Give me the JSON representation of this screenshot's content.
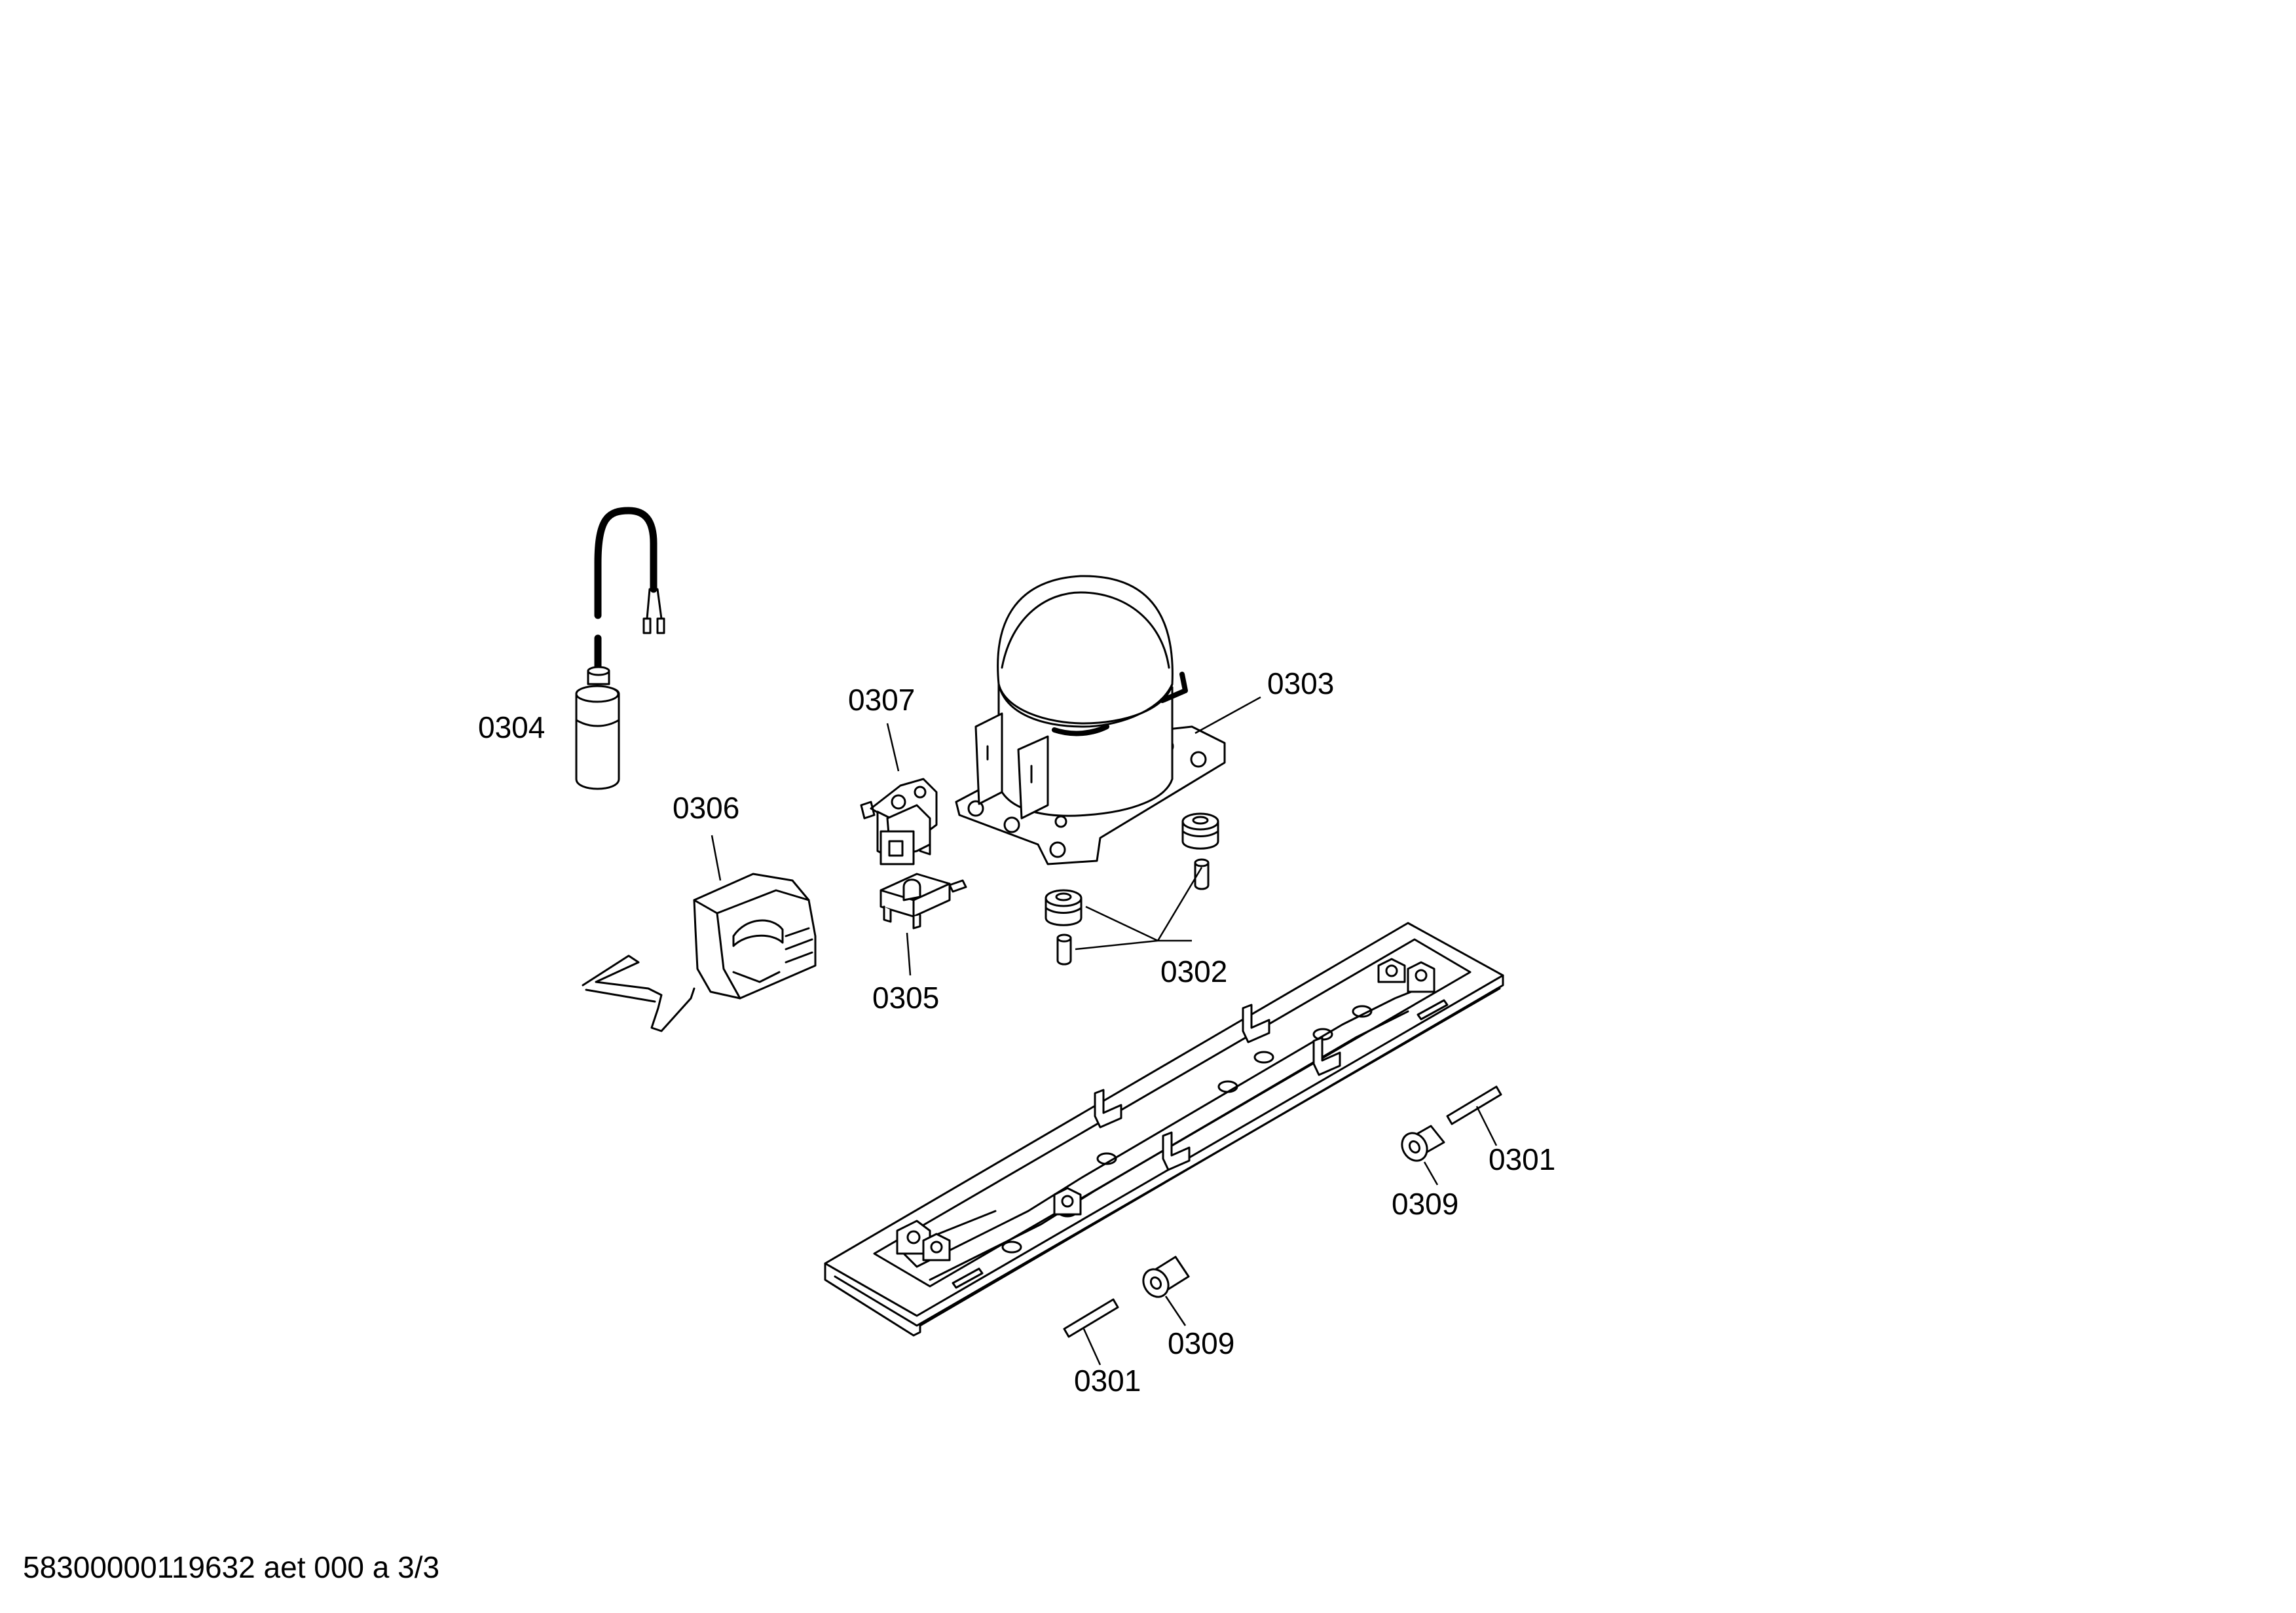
{
  "parts": [
    {
      "id": "p0301a",
      "label": "0301"
    },
    {
      "id": "p0301b",
      "label": "0301"
    },
    {
      "id": "p0302",
      "label": "0302"
    },
    {
      "id": "p0303",
      "label": "0303"
    },
    {
      "id": "p0304",
      "label": "0304"
    },
    {
      "id": "p0305",
      "label": "0305"
    },
    {
      "id": "p0306",
      "label": "0306"
    },
    {
      "id": "p0307",
      "label": "0307"
    },
    {
      "id": "p0309a",
      "label": "0309"
    },
    {
      "id": "p0309b",
      "label": "0309"
    }
  ],
  "footer": {
    "document_ref": "58300000119632 aet 000 a 3/3"
  }
}
